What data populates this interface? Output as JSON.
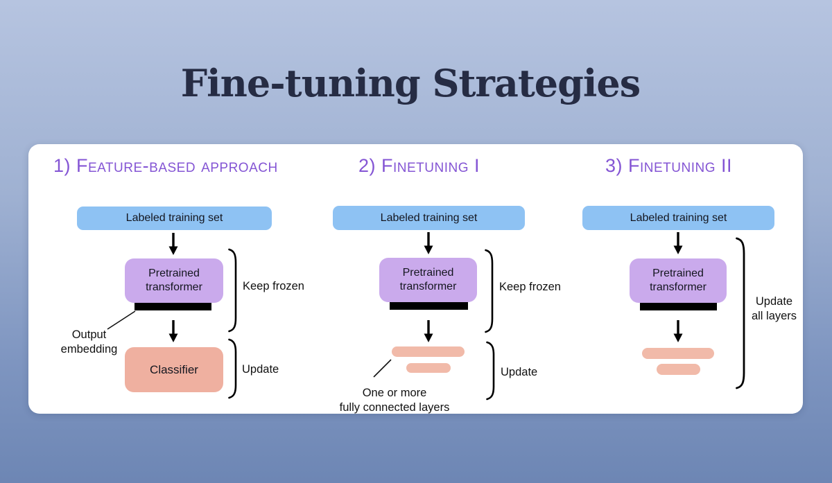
{
  "slide": {
    "title": "Fine-tuning Strategies"
  },
  "colors": {
    "background_top": "#b6c4e0",
    "background_bottom": "#6d86b4",
    "card_background": "#ffffff",
    "heading_purple": "#8455d4",
    "labeled_set_blue": "#8ec2f3",
    "transformer_purple": "#caaaec",
    "classifier_pink": "#efb0a0",
    "layer_bar_pink": "#f1baa9",
    "title_navy": "#262c44",
    "output_embedding_bar": "#000000"
  },
  "panels": [
    {
      "heading": "1) Feature-based approach",
      "input_label": "Labeled training set",
      "model_label": "Pretrained transformer",
      "classifier_label": "Classifier",
      "annotation_lines": [
        "Output",
        "embedding"
      ],
      "braces": {
        "frozen": "Keep frozen",
        "update": "Update"
      }
    },
    {
      "heading": "2) Finetuning I",
      "input_label": "Labeled training set",
      "model_label": "Pretrained transformer",
      "annotation_lines": [
        "One or more",
        "fully connected layers"
      ],
      "braces": {
        "frozen": "Keep frozen",
        "update": "Update"
      }
    },
    {
      "heading": "3) Finetuning II",
      "input_label": "Labeled training set",
      "model_label": "Pretrained transformer",
      "braces": {
        "update_all": [
          "Update",
          "all layers"
        ]
      }
    }
  ]
}
